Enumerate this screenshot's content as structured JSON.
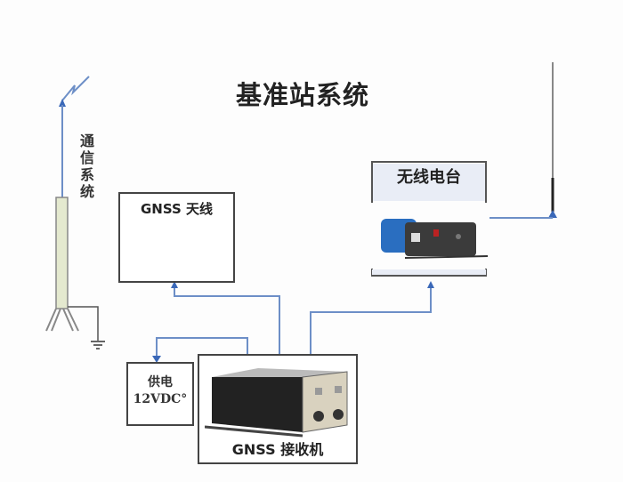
{
  "title": "基准站系统",
  "comm_system_label": "通信系统",
  "gnss_antenna": {
    "label": "GNSS 天线"
  },
  "radio": {
    "label": "无线电台"
  },
  "receiver": {
    "label": "GNSS 接收机"
  },
  "power": {
    "line1": "供电",
    "line2": "12VDC°"
  },
  "colors": {
    "connector": "#6d8fc7",
    "arrow": "#3a68b8",
    "radio_blue": "#2a6ec0",
    "antenna_bg": "#cfe9f2"
  }
}
